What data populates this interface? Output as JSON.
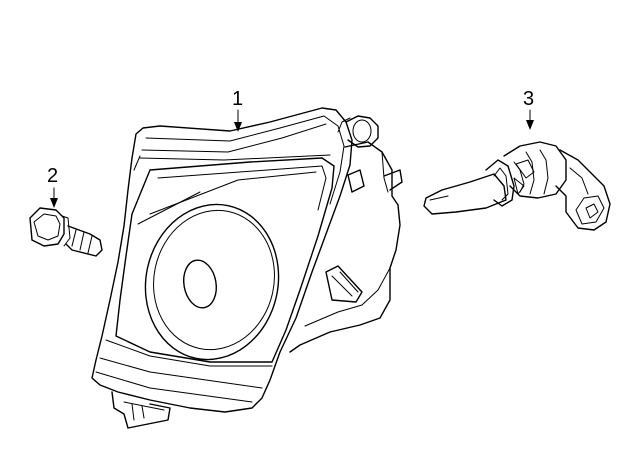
{
  "callouts": [
    {
      "id": "1",
      "label": "1",
      "part": "fog-lamp-assembly"
    },
    {
      "id": "2",
      "label": "2",
      "part": "bolt"
    },
    {
      "id": "3",
      "label": "3",
      "part": "bulb"
    }
  ],
  "colors": {
    "line": "#000000",
    "background": "#ffffff"
  }
}
